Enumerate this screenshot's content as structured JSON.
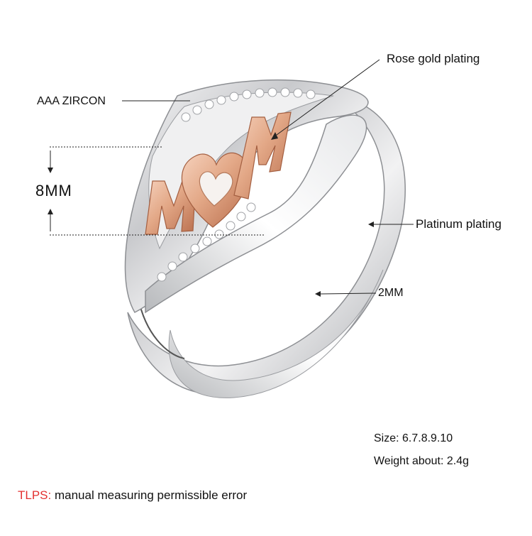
{
  "labels": {
    "rose_gold": "Rose gold plating",
    "zircon": "AAA ZIRCON",
    "height": "8MM",
    "platinum": "Platinum plating",
    "width": "2MM"
  },
  "specs": {
    "size": "Size: 6.7.8.9.10",
    "weight": "Weight about: 2.4g"
  },
  "note": {
    "tag": "TLPS:",
    "text": " manual measuring permissible error"
  },
  "colors": {
    "background": "#ffffff",
    "rose_gold": "#e3a887",
    "platinum": "#d9dadd",
    "note_tag": "#e3302f"
  },
  "icons": [
    "arrow-up-icon",
    "arrow-down-icon",
    "arrow-left-icon"
  ]
}
